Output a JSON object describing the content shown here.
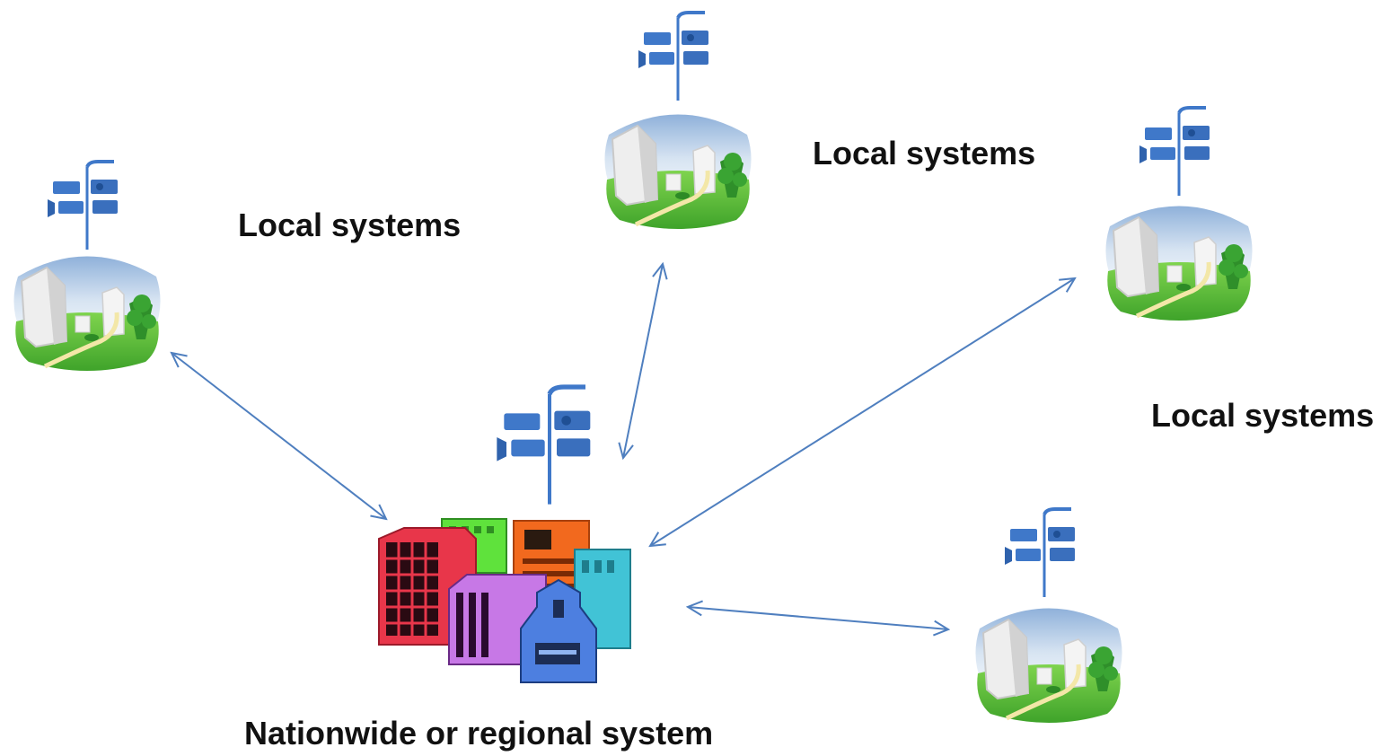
{
  "labels": {
    "local_1": "Local systems",
    "local_2": "Local systems",
    "local_3": "Local systems",
    "central": "Nationwide or regional system"
  },
  "colors": {
    "arrow": "#4f7fbf",
    "sky": "#b9cfe6",
    "grass": "#5cc23a",
    "siren": "#3f78c9"
  },
  "icons": {
    "local_node": "local-town-siren-icon",
    "central_node": "city-buildings-siren-icon"
  }
}
